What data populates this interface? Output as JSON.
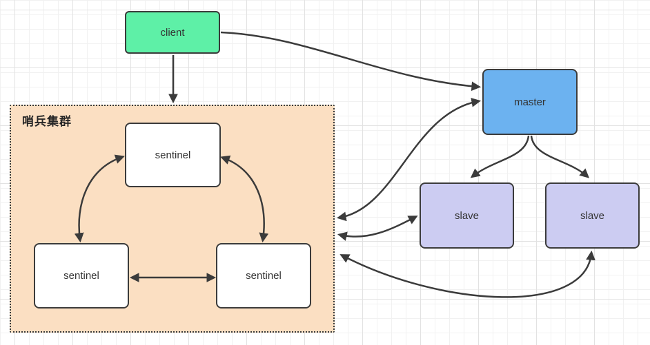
{
  "diagram": {
    "title_hint": "redis-sentinel-architecture",
    "groups": {
      "sentinel_cluster": {
        "label": "哨兵集群",
        "fill": "#fbdfc2",
        "border_style": "dotted"
      }
    },
    "nodes": {
      "client": {
        "label": "client",
        "fill": "#5ef0a7"
      },
      "master": {
        "label": "master",
        "fill": "#6cb2f0"
      },
      "slave_left": {
        "label": "slave",
        "fill": "#ccccf2"
      },
      "slave_right": {
        "label": "slave",
        "fill": "#ccccf2"
      },
      "sentinel_top": {
        "label": "sentinel",
        "fill": "#ffffff"
      },
      "sentinel_bottom_left": {
        "label": "sentinel",
        "fill": "#ffffff"
      },
      "sentinel_bottom_right": {
        "label": "sentinel",
        "fill": "#ffffff"
      }
    },
    "edges": [
      {
        "from": "client",
        "to": "sentinel_cluster",
        "direction": "one-way"
      },
      {
        "from": "client",
        "to": "master",
        "direction": "one-way"
      },
      {
        "from": "sentinel_cluster",
        "to": "master",
        "direction": "two-way"
      },
      {
        "from": "sentinel_cluster",
        "to": "slave_left",
        "direction": "two-way"
      },
      {
        "from": "sentinel_cluster",
        "to": "slave_right",
        "direction": "two-way"
      },
      {
        "from": "master",
        "to": "slave_left",
        "direction": "one-way"
      },
      {
        "from": "master",
        "to": "slave_right",
        "direction": "one-way"
      },
      {
        "from": "sentinel_top",
        "to": "sentinel_bottom_left",
        "direction": "two-way"
      },
      {
        "from": "sentinel_top",
        "to": "sentinel_bottom_right",
        "direction": "two-way"
      },
      {
        "from": "sentinel_bottom_left",
        "to": "sentinel_bottom_right",
        "direction": "two-way"
      }
    ],
    "colors": {
      "edge_stroke": "#3b3b3b",
      "node_border": "#3b3b3b",
      "grid_minor": "#f1f1f1",
      "grid_major": "#e2e2e2",
      "canvas_bg": "#ffffff",
      "text": "#333333"
    }
  }
}
